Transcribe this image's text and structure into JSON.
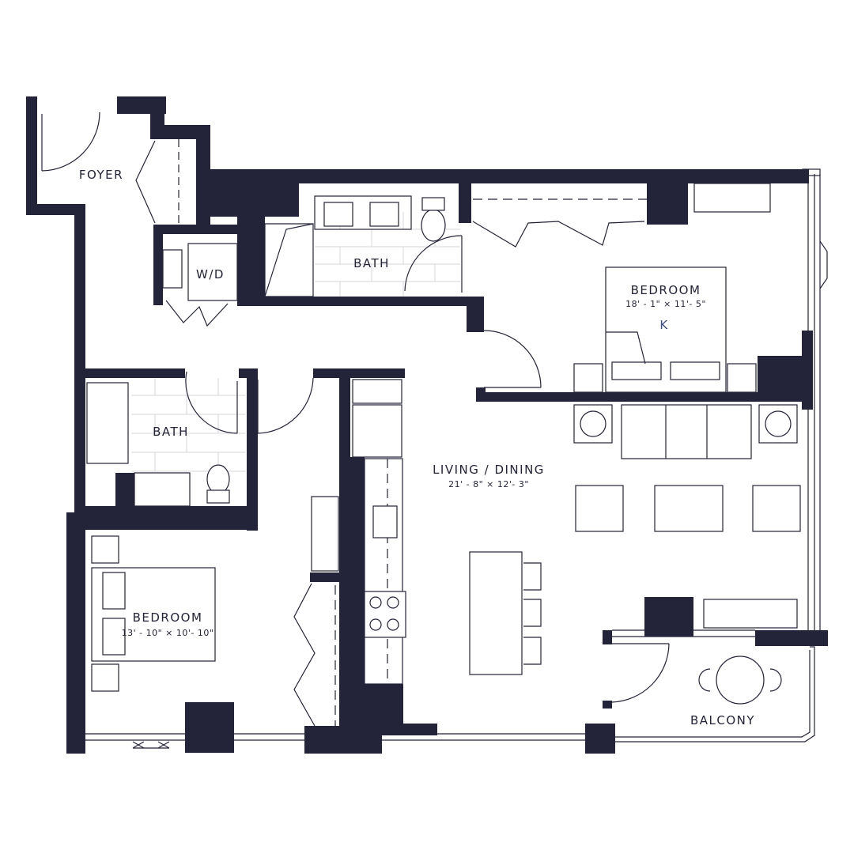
{
  "colors": {
    "wall": "#23233a",
    "line": "#23233a",
    "tile": "#d7d7dd",
    "background": "#ffffff"
  },
  "rooms": {
    "foyer": {
      "label": "FOYER"
    },
    "bath_master": {
      "label": "BATH"
    },
    "wd": {
      "label": "W/D"
    },
    "bedroom_master": {
      "label": "BEDROOM",
      "dims": "18' - 1\" × 11'- 5\"",
      "bed_code": "K"
    },
    "bath_second": {
      "label": "BATH"
    },
    "living": {
      "label": "LIVING / DINING",
      "dims": "21' - 8\" × 12'- 3\""
    },
    "bedroom_second": {
      "label": "BEDROOM",
      "dims": "13' - 10\" × 10'- 10\""
    },
    "balcony": {
      "label": "BALCONY"
    }
  }
}
